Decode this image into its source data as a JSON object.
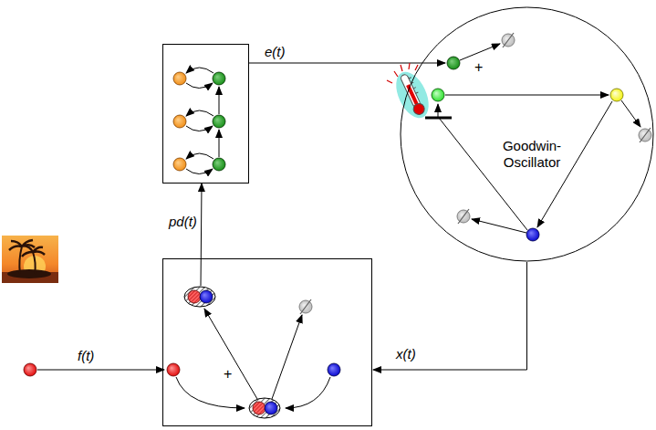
{
  "diagram": {
    "nodes": [
      {
        "text": [
          "+",
          "Goodwin-Oscillator"
        ]
      },
      {
        "text": [
          "+"
        ]
      }
    ],
    "edges": [
      {
        "from": 0,
        "to": 1,
        "arrow": "to",
        "label": "x(t)"
      }
    ],
    "labels": [
      "e(t)",
      "pd(t)",
      "f(t)"
    ]
  }
}
